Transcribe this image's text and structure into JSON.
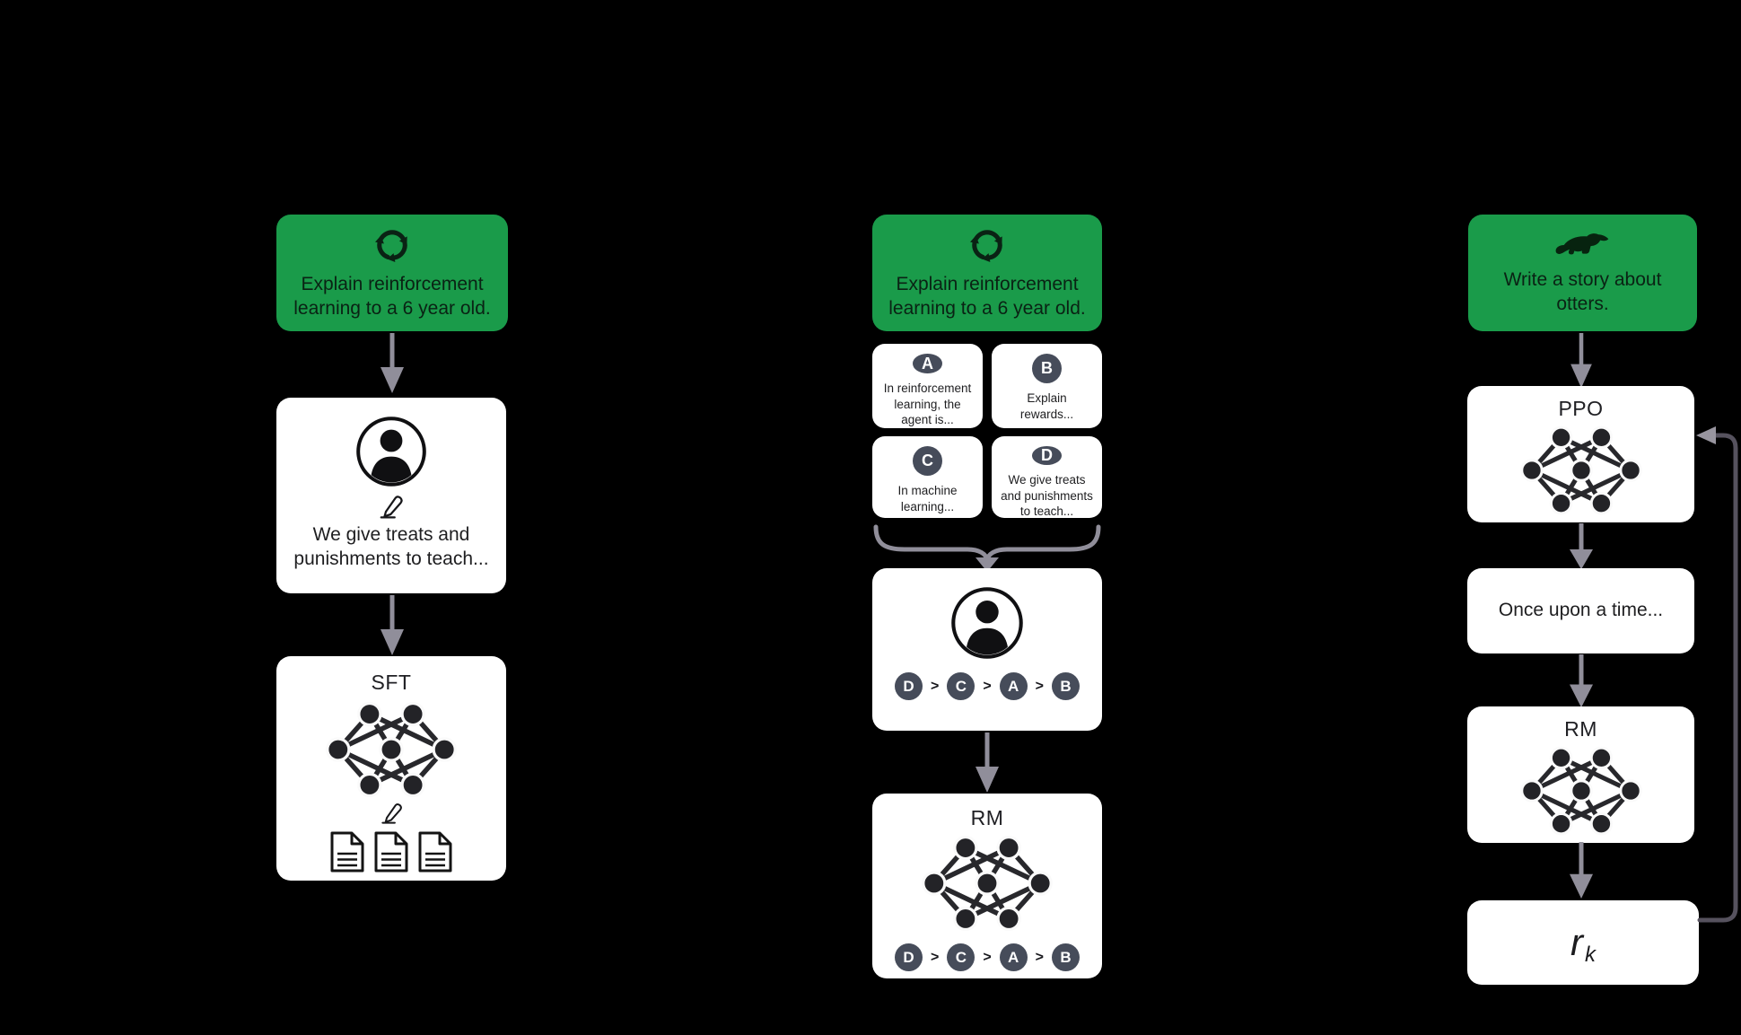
{
  "palette": {
    "background": "#000000",
    "prompt_green": "#1a9b4a",
    "badge_slate": "#464c5a",
    "arrow_gray": "#908e9a",
    "loop_gray": "#56525e"
  },
  "step1": {
    "prompt": "Explain reinforcement learning to a 6 year old.",
    "labeler_response": "We give treats and punishments to teach...",
    "model_label": "SFT"
  },
  "step2": {
    "prompt": "Explain reinforcement learning to a 6 year old.",
    "answers": [
      {
        "id": "A",
        "text": "In reinforcement learning, the agent is..."
      },
      {
        "id": "B",
        "text": "Explain rewards..."
      },
      {
        "id": "C",
        "text": "In machine learning..."
      },
      {
        "id": "D",
        "text": "We give treats and punishments to teach..."
      }
    ],
    "ranking": [
      "D",
      "C",
      "A",
      "B"
    ],
    "rank_separator": ">",
    "model_label": "RM"
  },
  "step3": {
    "prompt": "Write a story about otters.",
    "policy_label": "PPO",
    "output_text": "Once upon a time...",
    "model_label": "RM",
    "reward_base": "r",
    "reward_subscript": "k"
  }
}
